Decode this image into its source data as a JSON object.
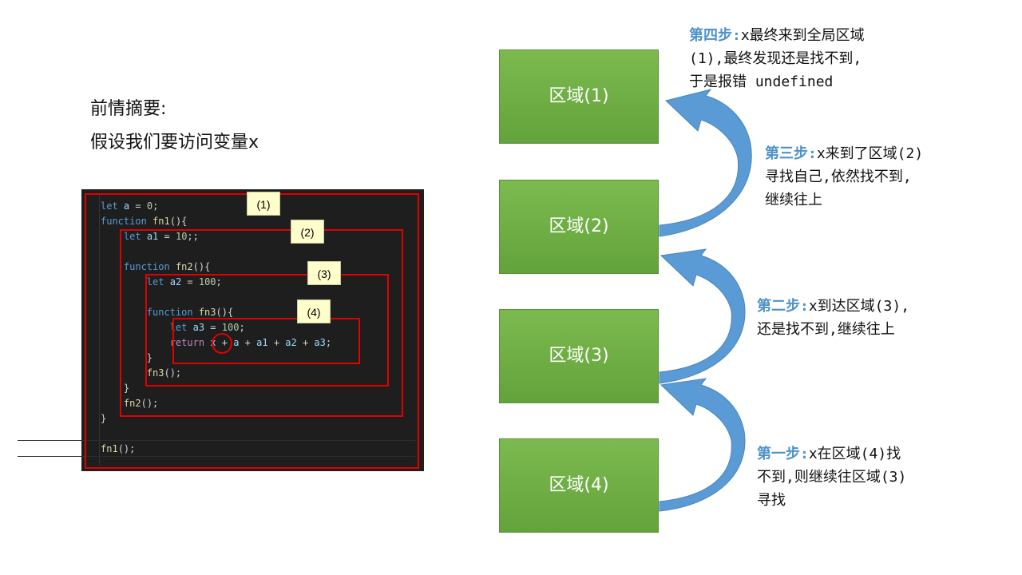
{
  "summary": {
    "title": "前情摘要:",
    "desc": "假设我们要访问变量x"
  },
  "code": {
    "lines": [
      [
        [
          "kw",
          "let"
        ],
        [
          "t",
          " "
        ],
        [
          "var",
          "a"
        ],
        [
          "t",
          " = "
        ],
        [
          "num",
          "0"
        ],
        [
          "t",
          ";"
        ]
      ],
      [
        [
          "kw",
          "function"
        ],
        [
          "t",
          " "
        ],
        [
          "fn",
          "fn1"
        ],
        [
          "t",
          "(){"
        ]
      ],
      [
        [
          "t",
          "    "
        ],
        [
          "kw",
          "let"
        ],
        [
          "t",
          " "
        ],
        [
          "var",
          "a1"
        ],
        [
          "t",
          " = "
        ],
        [
          "num",
          "10"
        ],
        [
          "t",
          ";;"
        ]
      ],
      [
        [
          "t",
          ""
        ]
      ],
      [
        [
          "t",
          "    "
        ],
        [
          "kw",
          "function"
        ],
        [
          "t",
          " "
        ],
        [
          "fn",
          "fn2"
        ],
        [
          "t",
          "(){"
        ]
      ],
      [
        [
          "t",
          "        "
        ],
        [
          "kw",
          "let"
        ],
        [
          "t",
          " "
        ],
        [
          "var",
          "a2"
        ],
        [
          "t",
          " = "
        ],
        [
          "num",
          "100"
        ],
        [
          "t",
          ";"
        ]
      ],
      [
        [
          "t",
          ""
        ]
      ],
      [
        [
          "t",
          "        "
        ],
        [
          "kw",
          "function"
        ],
        [
          "t",
          " "
        ],
        [
          "fn",
          "fn3"
        ],
        [
          "t",
          "(){"
        ]
      ],
      [
        [
          "t",
          "            "
        ],
        [
          "kw",
          "let"
        ],
        [
          "t",
          " "
        ],
        [
          "var",
          "a3"
        ],
        [
          "t",
          " = "
        ],
        [
          "num",
          "100"
        ],
        [
          "t",
          ";"
        ]
      ],
      [
        [
          "t",
          "            "
        ],
        [
          "kw2",
          "return"
        ],
        [
          "t",
          " "
        ],
        [
          "var",
          "x"
        ],
        [
          "t",
          " + "
        ],
        [
          "var",
          "a"
        ],
        [
          "t",
          " + "
        ],
        [
          "var",
          "a1"
        ],
        [
          "t",
          " + "
        ],
        [
          "var",
          "a2"
        ],
        [
          "t",
          " + "
        ],
        [
          "var",
          "a3"
        ],
        [
          "t",
          ";"
        ]
      ],
      [
        [
          "t",
          "        }"
        ]
      ],
      [
        [
          "t",
          "        "
        ],
        [
          "fn",
          "fn3"
        ],
        [
          "t",
          "();"
        ]
      ],
      [
        [
          "t",
          "    }"
        ]
      ],
      [
        [
          "t",
          "    "
        ],
        [
          "fn",
          "fn2"
        ],
        [
          "t",
          "();"
        ]
      ],
      [
        [
          "t",
          "}"
        ]
      ],
      [
        [
          "t",
          ""
        ]
      ],
      [
        [
          "fn",
          "fn1"
        ],
        [
          "t",
          "();"
        ]
      ]
    ]
  },
  "scope_tags": {
    "s1": "(1)",
    "s2": "(2)",
    "s3": "(3)",
    "s4": "(4)"
  },
  "regions": {
    "r1": "区域(1)",
    "r2": "区域(2)",
    "r3": "区域(3)",
    "r4": "区域(4)"
  },
  "steps": {
    "step4": {
      "label": "第四步:",
      "text1": "x最终来到全局区域",
      "text2": "(1),最终发现还是找不到,",
      "text3": "于是报错 undefined"
    },
    "step3": {
      "label": "第三步:",
      "text1": "x来到了区域(2)",
      "text2": "寻找自己,依然找不到,",
      "text3": "继续往上"
    },
    "step2": {
      "label": "第二步:",
      "text1": "x到达区域(3),",
      "text2": "还是找不到,继续往上"
    },
    "step1": {
      "label": "第一步:",
      "text1": "x在区域(4)找",
      "text2": "不到,则继续往区域(3)",
      "text3": "寻找"
    }
  },
  "colors": {
    "scope_border": "#e00000",
    "region_fill": "#70ad47",
    "arrow_fill": "#5b9bd5",
    "step_label": "#4f93c9"
  }
}
